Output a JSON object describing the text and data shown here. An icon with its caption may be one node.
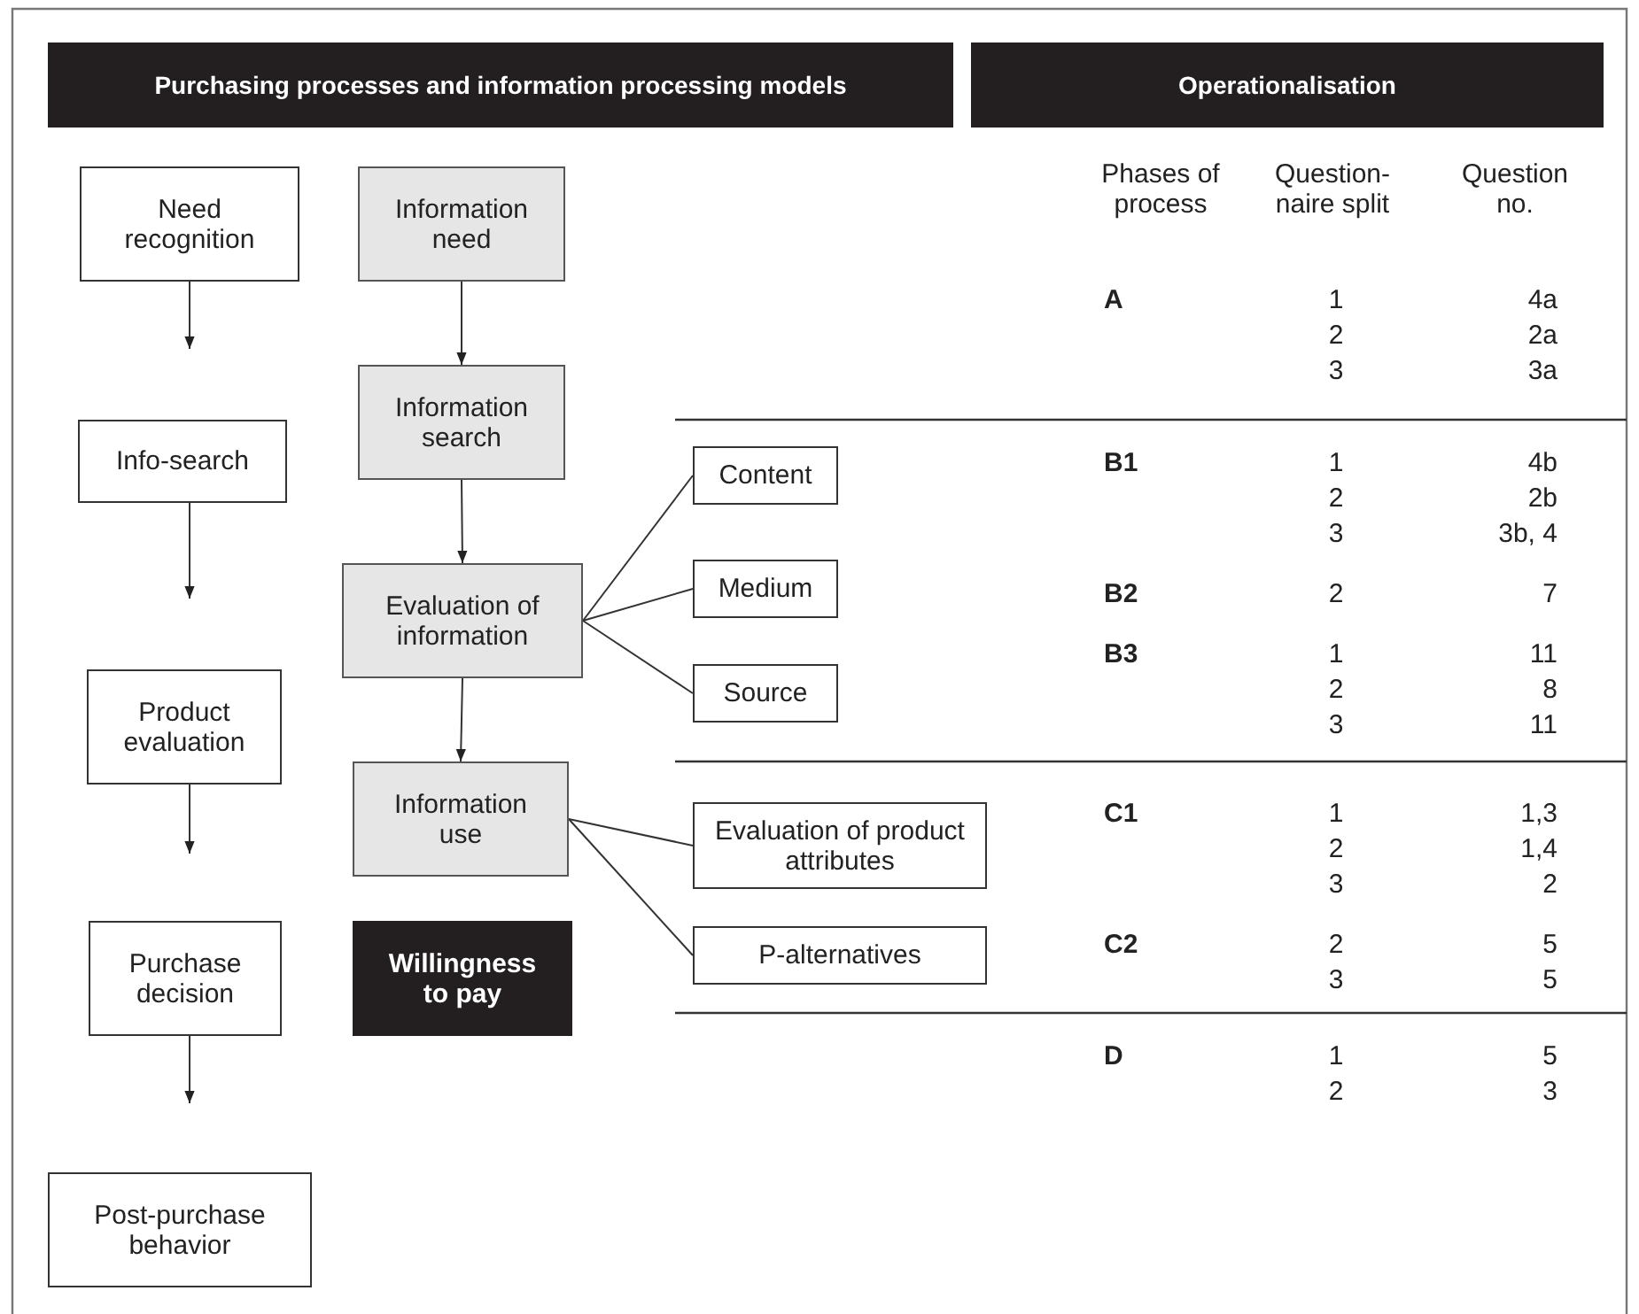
{
  "diagram": {
    "nodes": [
      {
        "text": [
          "Purchasing processes and information processing models"
        ]
      },
      {
        "text": [
          "Operationalisation"
        ]
      },
      {
        "text": [
          "Need recognition"
        ]
      },
      {
        "text": [
          "Info-search"
        ]
      },
      {
        "text": [
          "Product evaluation"
        ]
      },
      {
        "text": [
          "Purchase decision"
        ]
      },
      {
        "text": [
          "Post-purchase behavior"
        ]
      },
      {
        "text": [
          "Information need"
        ]
      },
      {
        "text": [
          "Information search"
        ]
      },
      {
        "text": [
          "Evaluation of information"
        ]
      },
      {
        "text": [
          "Information use"
        ]
      },
      {
        "text": [
          "Willingness to pay"
        ]
      },
      {
        "text": [
          "Content"
        ]
      },
      {
        "text": [
          "Medium"
        ]
      },
      {
        "text": [
          "Source"
        ]
      },
      {
        "text": [
          "Evaluation of product attributes"
        ]
      },
      {
        "text": [
          "P-alternatives"
        ]
      }
    ],
    "edges": [
      {
        "from": 2,
        "to": null,
        "arrow": "to"
      },
      {
        "from": 3,
        "to": null,
        "arrow": "to"
      },
      {
        "from": 4,
        "to": null,
        "arrow": "to"
      },
      {
        "from": 5,
        "to": null,
        "arrow": "to"
      },
      {
        "from": 7,
        "to": 8,
        "arrow": "to"
      },
      {
        "from": 8,
        "to": 9,
        "arrow": "to"
      },
      {
        "from": 9,
        "to": 10,
        "arrow": "to"
      },
      {
        "from": 9,
        "to": 12,
        "arrow": "none"
      },
      {
        "from": 9,
        "to": 13,
        "arrow": "none"
      },
      {
        "from": 9,
        "to": 14,
        "arrow": "none"
      },
      {
        "from": 10,
        "to": 15,
        "arrow": "none"
      },
      {
        "from": 10,
        "to": 16,
        "arrow": "none"
      }
    ],
    "labels": [
      "Phases of process",
      "Question-naire split",
      "Question no.",
      "A",
      "1",
      "4a",
      "2",
      "2a",
      "3",
      "3a",
      "B1",
      "1",
      "4b",
      "2",
      "2b",
      "3",
      "3b, 4",
      "B2",
      "2",
      "7",
      "B3",
      "1",
      "11",
      "2",
      "8",
      "3",
      "11",
      "C1",
      "1",
      "1,3",
      "2",
      "1,4",
      "3",
      "2",
      "C2",
      "2",
      "5",
      "3",
      "5",
      "D",
      "1",
      "5",
      "2",
      "3"
    ]
  }
}
